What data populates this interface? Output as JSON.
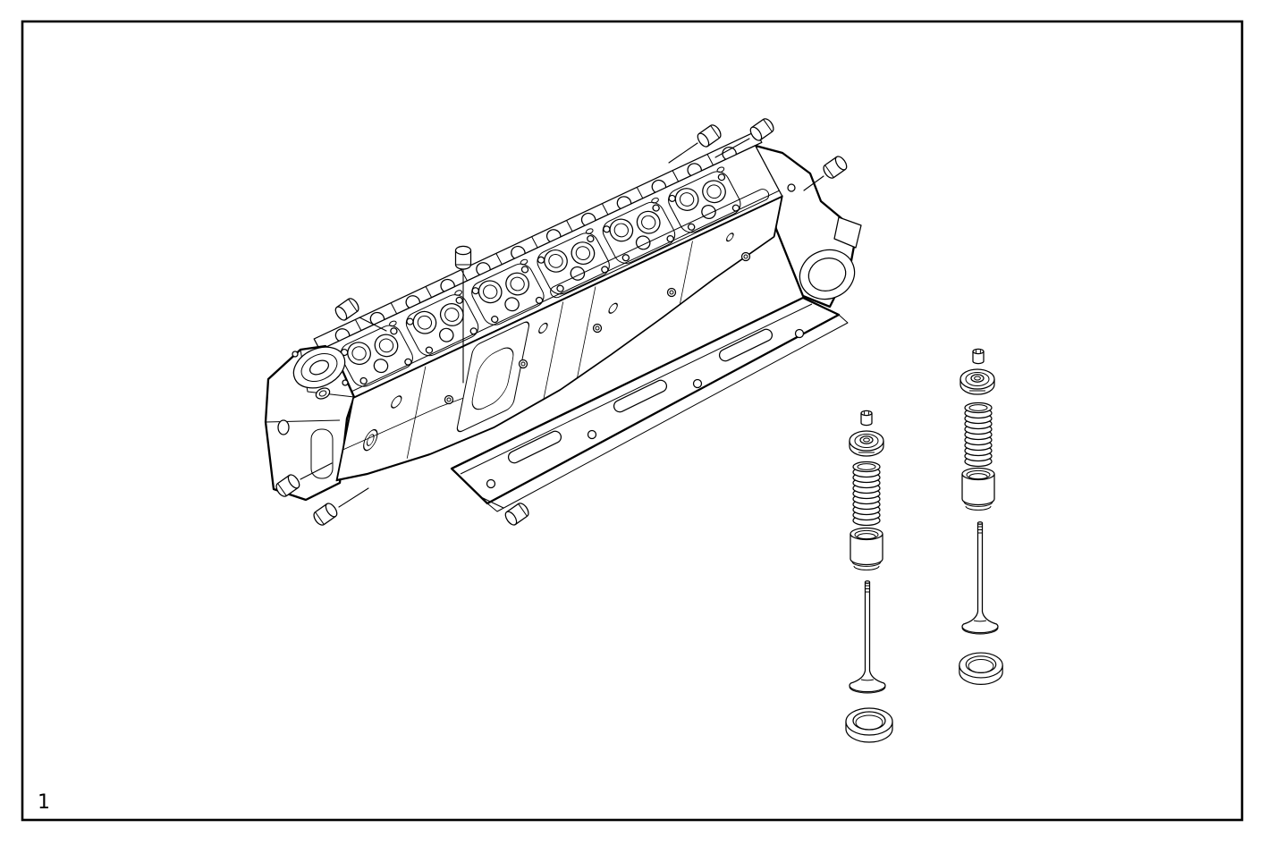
{
  "figure": {
    "page_label": "1",
    "background_color": "#ffffff",
    "line_color": "#000000"
  },
  "parts": {
    "main_assembly": "cylinder head",
    "plug": "cup plug",
    "valve_train_items": [
      "valve collet",
      "valve spring retainer",
      "valve spring",
      "valve spring seat",
      "valve",
      "valve stem seal"
    ]
  }
}
